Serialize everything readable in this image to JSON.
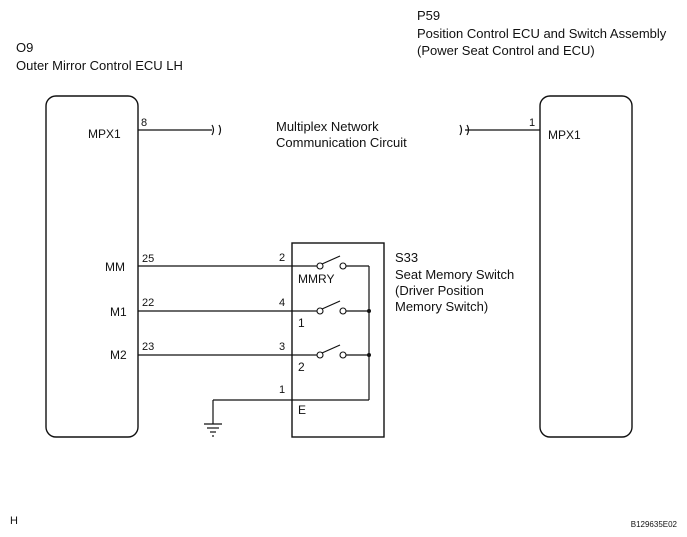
{
  "components": {
    "o9": {
      "id": "O9",
      "name": "Outer Mirror Control ECU LH"
    },
    "p59": {
      "id": "P59",
      "name_line1": "Position Control ECU and Switch Assembly",
      "name_line2": "(Power Seat Control and ECU)"
    },
    "s33": {
      "id": "S33",
      "name_line1": "Seat Memory Switch",
      "name_line2": "(Driver Position",
      "name_line3": "Memory Switch)"
    }
  },
  "network": {
    "line1": "Multiplex Network",
    "line2": "Communication Circuit"
  },
  "o9_pins": {
    "mpx1": {
      "label": "MPX1",
      "num": "8"
    },
    "mm": {
      "label": "MM",
      "num": "25"
    },
    "m1": {
      "label": "M1",
      "num": "22"
    },
    "m2": {
      "label": "M2",
      "num": "23"
    }
  },
  "p59_pins": {
    "mpx1": {
      "label": "MPX1",
      "num": "1"
    }
  },
  "s33_pins": {
    "mmry": {
      "label": "MMRY",
      "num": "2"
    },
    "one": {
      "label": "1",
      "num": "4"
    },
    "two": {
      "label": "2",
      "num": "3"
    },
    "e": {
      "label": "E",
      "num": "1"
    }
  },
  "footer": {
    "left": "H",
    "right": "B129635E02"
  }
}
